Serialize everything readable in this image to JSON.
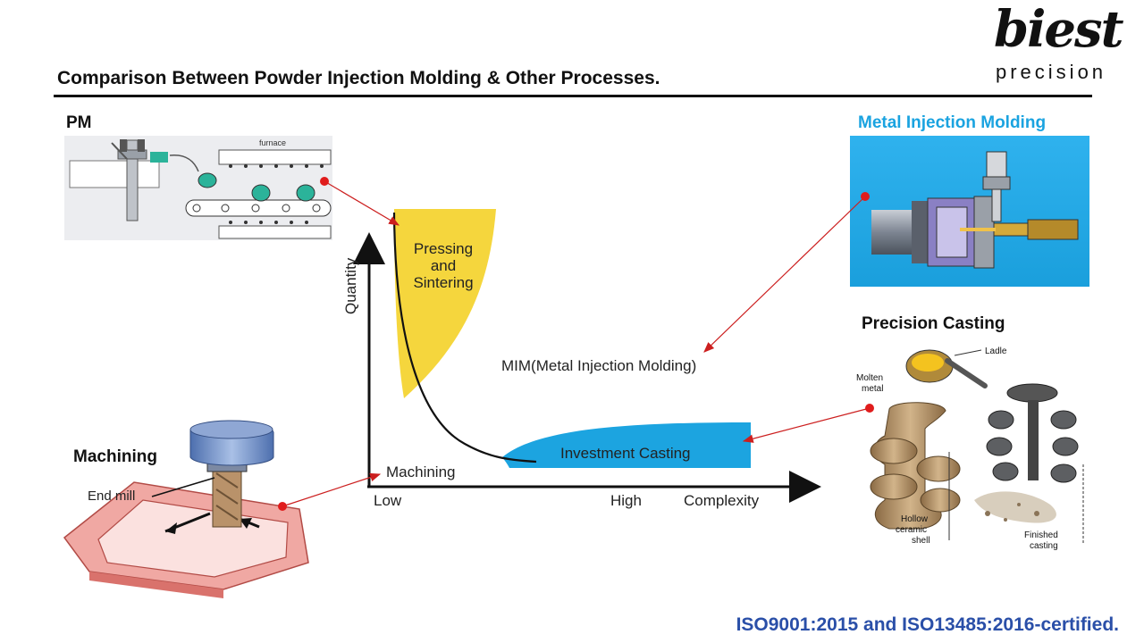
{
  "title": "Comparison Between Powder Injection Molding & Other Processes.",
  "logo": {
    "word": "biest",
    "sub": "precision"
  },
  "sections": {
    "pm": "PM",
    "mim": "Metal Injection Molding",
    "precision_casting": "Precision Casting",
    "machining": "Machining"
  },
  "pm_image": {
    "furnace_label": "furnace"
  },
  "casting_image": {
    "ladle": "Ladle",
    "molten_metal_1": "Molten",
    "molten_metal_2": "metal",
    "hollow_1": "Hollow",
    "hollow_2": "ceramic",
    "hollow_3": "shell",
    "finished_1": "Finished",
    "finished_2": "casting"
  },
  "machining_image": {
    "end_mill": "End mill"
  },
  "diagram": {
    "y_axis": "Quantity",
    "x_low": "Low",
    "x_high": "High",
    "x_axis": "Complexity",
    "pressing_1": "Pressing",
    "pressing_2": "and",
    "pressing_3": "Sintering",
    "mim": "MIM(Metal Injection Molding)",
    "investment": "Investment Casting",
    "machining": "Machining"
  },
  "colors": {
    "pressing_fill": "#f5d63d",
    "investment_fill": "#1ca4e0",
    "mim_title": "#1aa3e0",
    "arrow": "#cc1f1f",
    "footer": "#2a4fa8"
  },
  "footer": "ISO9001:2015 and ISO13485:2016-certified."
}
